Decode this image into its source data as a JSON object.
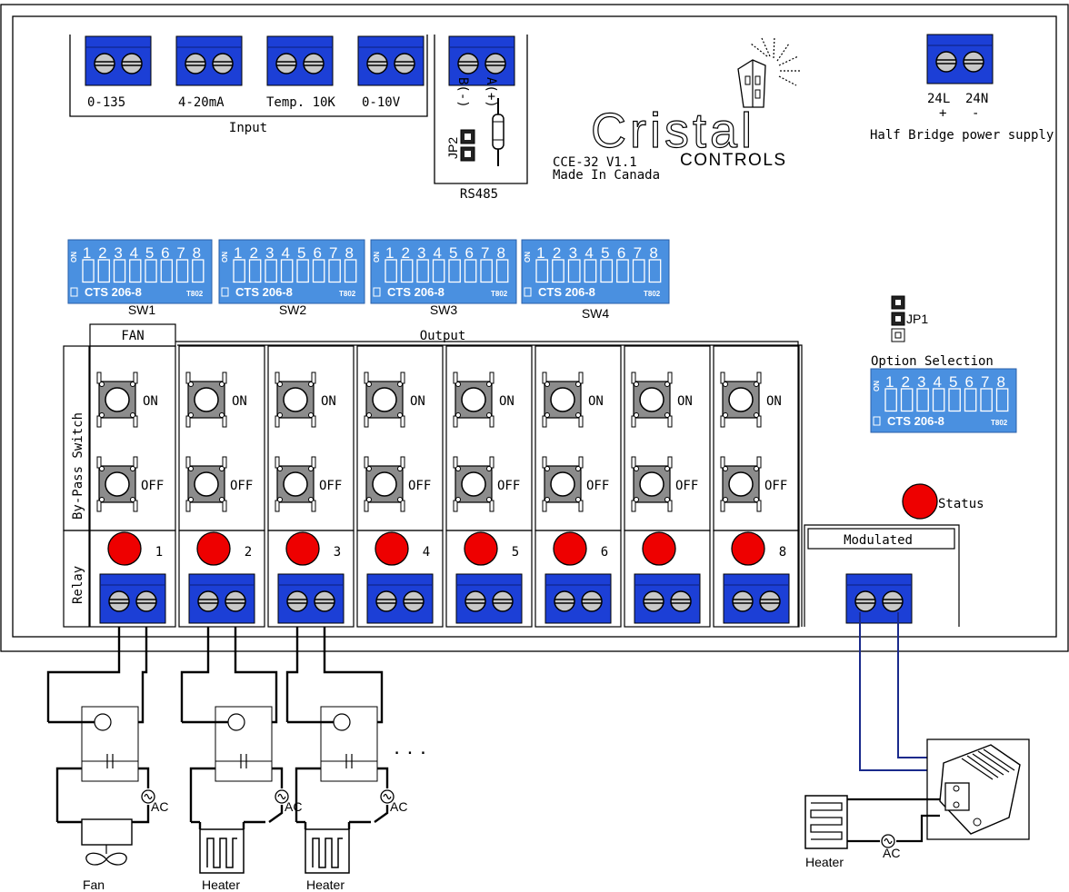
{
  "colors": {
    "terminal_blue": "#1c3fd6",
    "dip_blue": "#4a90e0",
    "led_red": "#ee0000",
    "wire_blue": "#1a2a8c",
    "button_gray": "#8c8c8c"
  },
  "inputs": {
    "labels": [
      "0-135",
      "4-20mA",
      "Temp. 10K",
      "0-10V"
    ],
    "title": "Input"
  },
  "rs485": {
    "title": "RS485",
    "b_label": "B(-)",
    "a_label": "A(+)",
    "jumper": "JP2"
  },
  "brand": {
    "name": "Cristal",
    "sub": "CONTROLS",
    "model": "CCE-32  V1.1",
    "made": "Made In Canada"
  },
  "power": {
    "l": "24L",
    "n": "24N",
    "plus": "+",
    "minus": "-",
    "caption": "Half Bridge power supply"
  },
  "dip": {
    "numbers": [
      "1",
      "2",
      "3",
      "4",
      "5",
      "6",
      "7",
      "8"
    ],
    "model": "CTS 206-8",
    "code": "T802",
    "on": "ON"
  },
  "switches": [
    "SW1",
    "SW2",
    "SW3",
    "SW4"
  ],
  "jumper1": "JP1",
  "option_selection": "Option Selection",
  "fan_header": "FAN",
  "output_header": "Output",
  "bypass_label": "By-Pass Switch",
  "relay_label": "Relay",
  "on_label": "ON",
  "off_label": "OFF",
  "relay_numbers": [
    "1",
    "2",
    "3",
    "4",
    "5",
    "6",
    "",
    "8"
  ],
  "status": "Status",
  "modulated": "Modulated",
  "loads": {
    "fan": "Fan",
    "heater": "Heater",
    "ac": "AC",
    "ellipsis": "..."
  }
}
